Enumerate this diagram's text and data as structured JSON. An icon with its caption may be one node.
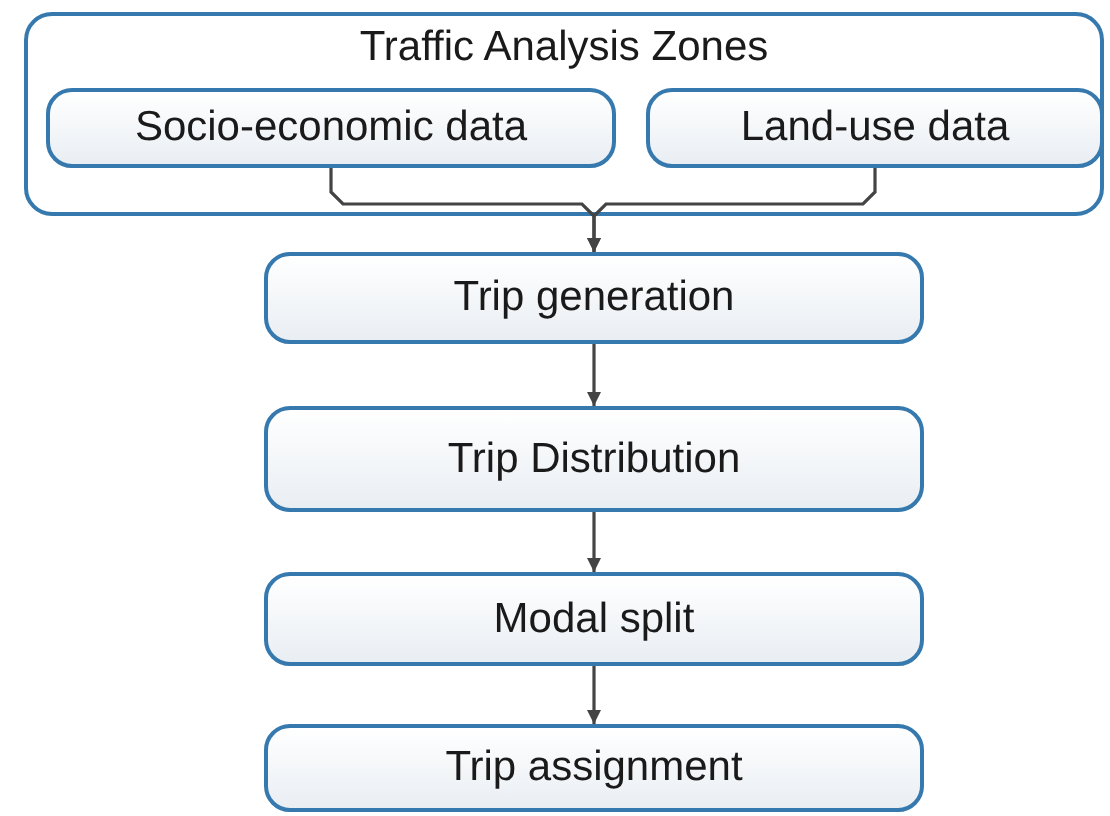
{
  "diagram": {
    "nodes": [
      {
        "text": [
          "Traffic Analysis Zones"
        ]
      },
      {
        "text": [
          "Socio-economic data"
        ],
        "in": 0
      },
      {
        "text": [
          "Land-use data"
        ],
        "in": 0
      },
      {
        "text": [
          "Trip generation"
        ]
      },
      {
        "text": [
          "Trip Distribution"
        ]
      },
      {
        "text": [
          "Modal split"
        ]
      },
      {
        "text": [
          "Trip assignment"
        ]
      }
    ],
    "edges": [
      {
        "from": 1,
        "to": 3,
        "arrow": "to"
      },
      {
        "from": 2,
        "to": 3,
        "arrow": "to"
      },
      {
        "from": 3,
        "to": 4,
        "arrow": "to"
      },
      {
        "from": 4,
        "to": 5,
        "arrow": "to"
      },
      {
        "from": 5,
        "to": 6,
        "arrow": "to"
      }
    ]
  }
}
